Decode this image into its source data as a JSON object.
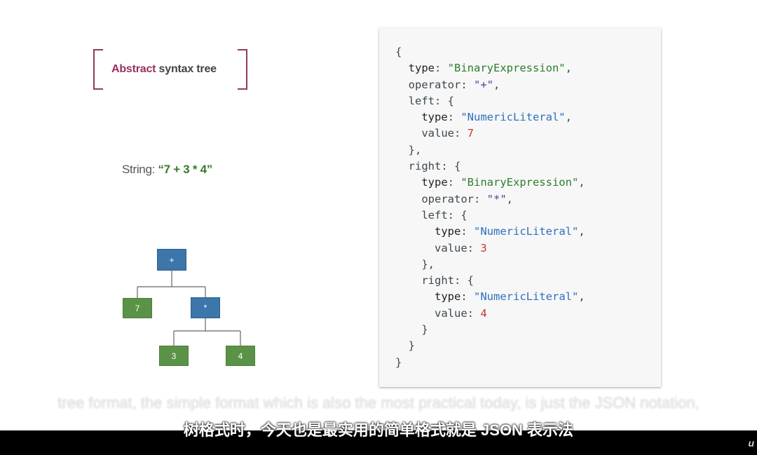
{
  "title": {
    "accent": "Abstract",
    "rest": " syntax tree"
  },
  "string_line": {
    "label": "String: ",
    "value": "“7 + 3 * 4”"
  },
  "tree": {
    "root": "+",
    "left": "7",
    "right": "*",
    "right_left": "3",
    "right_right": "4"
  },
  "code": {
    "l1": "{",
    "type1_key": "type",
    "type1_val": "\"BinaryExpression\"",
    "op1_key": "operator",
    "op1_val": "\"+\"",
    "left1_key": "left",
    "type2_key": "type",
    "type2_val": "\"NumericLiteral\"",
    "value2_key": "value",
    "value2_val": "7",
    "close_left1": "},",
    "right1_key": "right",
    "type3_key": "type",
    "type3_val": "\"BinaryExpression\"",
    "op2_key": "operator",
    "op2_val": "\"*\"",
    "left2_key": "left",
    "type4_key": "type",
    "type4_val": "\"NumericLiteral\"",
    "value4_key": "value",
    "value4_val": "3",
    "close_left2": "},",
    "right2_key": "right",
    "type5_key": "type",
    "type5_val": "\"NumericLiteral\"",
    "value5_key": "value",
    "value5_val": "4",
    "close_right2": "}",
    "close_right1": "}",
    "close_root": "}"
  },
  "subtitles": {
    "en": "tree format, the simple format which is also the most practical today, is just the JSON notation,",
    "zh": "树格式时，今天也是最实用的简单格式就是 JSON 表示法"
  },
  "watermark": "u"
}
